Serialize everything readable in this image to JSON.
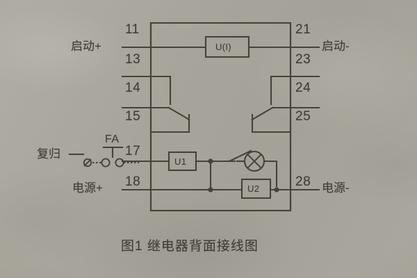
{
  "figure": {
    "caption": "图1  继电器背面接线图",
    "background_color": "#a9a79d",
    "ink_color": "#45423a"
  },
  "terminals": {
    "left": [
      {
        "id": "t11",
        "number": "11"
      },
      {
        "id": "t13",
        "number": "13"
      },
      {
        "id": "t14",
        "number": "14"
      },
      {
        "id": "t15",
        "number": "15"
      },
      {
        "id": "t17",
        "number": "17"
      },
      {
        "id": "t18",
        "number": "18"
      }
    ],
    "right": [
      {
        "id": "t21",
        "number": "21"
      },
      {
        "id": "t23",
        "number": "23"
      },
      {
        "id": "t24",
        "number": "24"
      },
      {
        "id": "t25",
        "number": "25"
      },
      {
        "id": "t28",
        "number": "28"
      }
    ]
  },
  "external_labels": {
    "start_positive": "启动+",
    "start_negative": "启动-",
    "reset": "复归",
    "reset_polarity": "−",
    "power_positive": "电源+",
    "power_negative": "电源-"
  },
  "components": {
    "coil": "U(I)",
    "u1": "U1",
    "u2": "U2",
    "pushbutton": "FA",
    "lamp_icon": "lamp-cross-circle-icon",
    "contact_left_icon": "changeover-contact-icon",
    "contact_right_icon": "changeover-contact-icon",
    "switch_icon": "open-switch-icon"
  }
}
